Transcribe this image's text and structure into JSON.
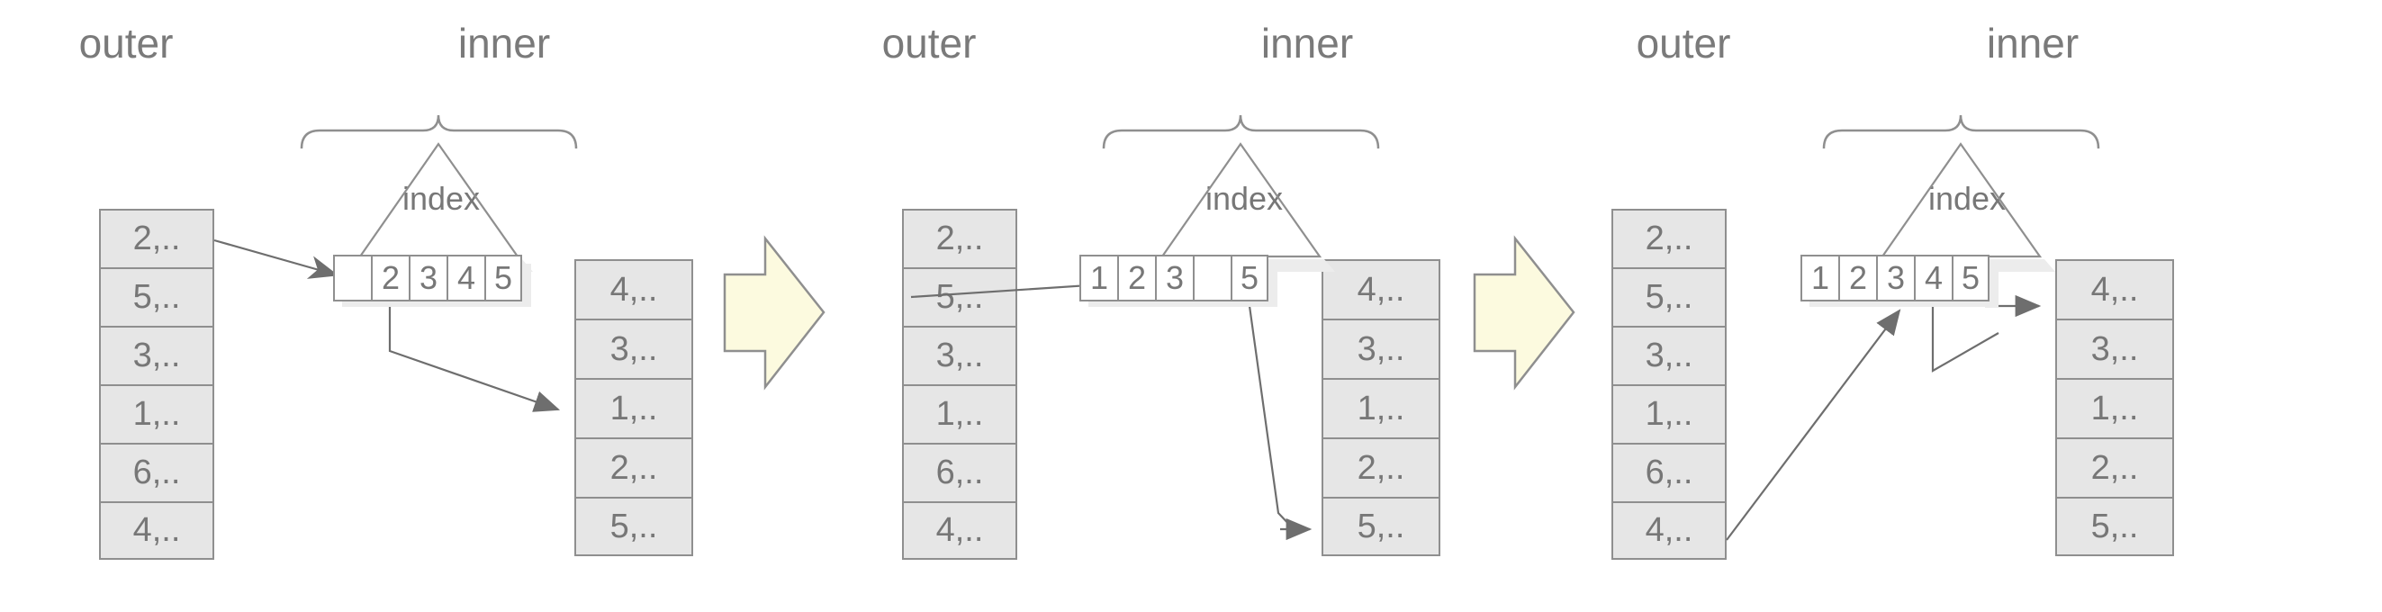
{
  "diagram": {
    "title_left": "outer",
    "title_right": "inner",
    "index_label": "index",
    "colors": {
      "table_fill": "#e6e6e6",
      "stroke": "#8f8f8f",
      "text": "#777777",
      "arrow_fill": "#fcfadf",
      "arrow_stroke": "#8f8f8f",
      "shadow": "#ececec",
      "connector": "#6e6e6e"
    },
    "panels": [
      {
        "id": "panel-1",
        "labels": {
          "outer": "outer",
          "inner": "inner",
          "index": "index"
        },
        "outer_rows": [
          "2,..",
          "5,..",
          "3,..",
          "1,..",
          "6,..",
          "4,.."
        ],
        "index_cells": [
          "",
          "2",
          "3",
          "4",
          "5"
        ],
        "index_cursor_position": 1,
        "inner_rows": [
          "4,..",
          "3,..",
          "1,..",
          "2,..",
          "5,.."
        ],
        "probe_from_outer_row": 1,
        "probe_to_index_cell": 1,
        "emit_from_index_cell": 2,
        "emit_to_inner_row": 4
      },
      {
        "id": "panel-2",
        "labels": {
          "outer": "outer",
          "inner": "inner",
          "index": "index"
        },
        "outer_rows": [
          "2,..",
          "5,..",
          "3,..",
          "1,..",
          "6,..",
          "4,.."
        ],
        "index_cells": [
          "1",
          "2",
          "3",
          "",
          "5"
        ],
        "index_cursor_position": 4,
        "inner_rows": [
          "4,..",
          "3,..",
          "1,..",
          "2,..",
          "5,.."
        ],
        "probe_from_outer_row": 2,
        "probe_to_index_cell": 4,
        "emit_from_index_cell": 5,
        "emit_to_inner_row": 5
      },
      {
        "id": "panel-3",
        "labels": {
          "outer": "outer",
          "inner": "inner",
          "index": "index"
        },
        "outer_rows": [
          "2,..",
          "5,..",
          "3,..",
          "1,..",
          "6,..",
          "4,.."
        ],
        "index_cells": [
          "1",
          "2",
          "3",
          "4",
          "5"
        ],
        "index_cursor_position": 3,
        "inner_rows": [
          "4,..",
          "3,..",
          "1,..",
          "2,..",
          "5,.."
        ],
        "probe_from_outer_row": 6,
        "probe_to_index_cell": 3,
        "emit_from_index_cell": 4,
        "emit_to_inner_row": 1
      }
    ],
    "transitions": [
      {
        "id": "transition-1",
        "kind": "block-arrow-right"
      },
      {
        "id": "transition-2",
        "kind": "block-arrow-right"
      }
    ]
  }
}
